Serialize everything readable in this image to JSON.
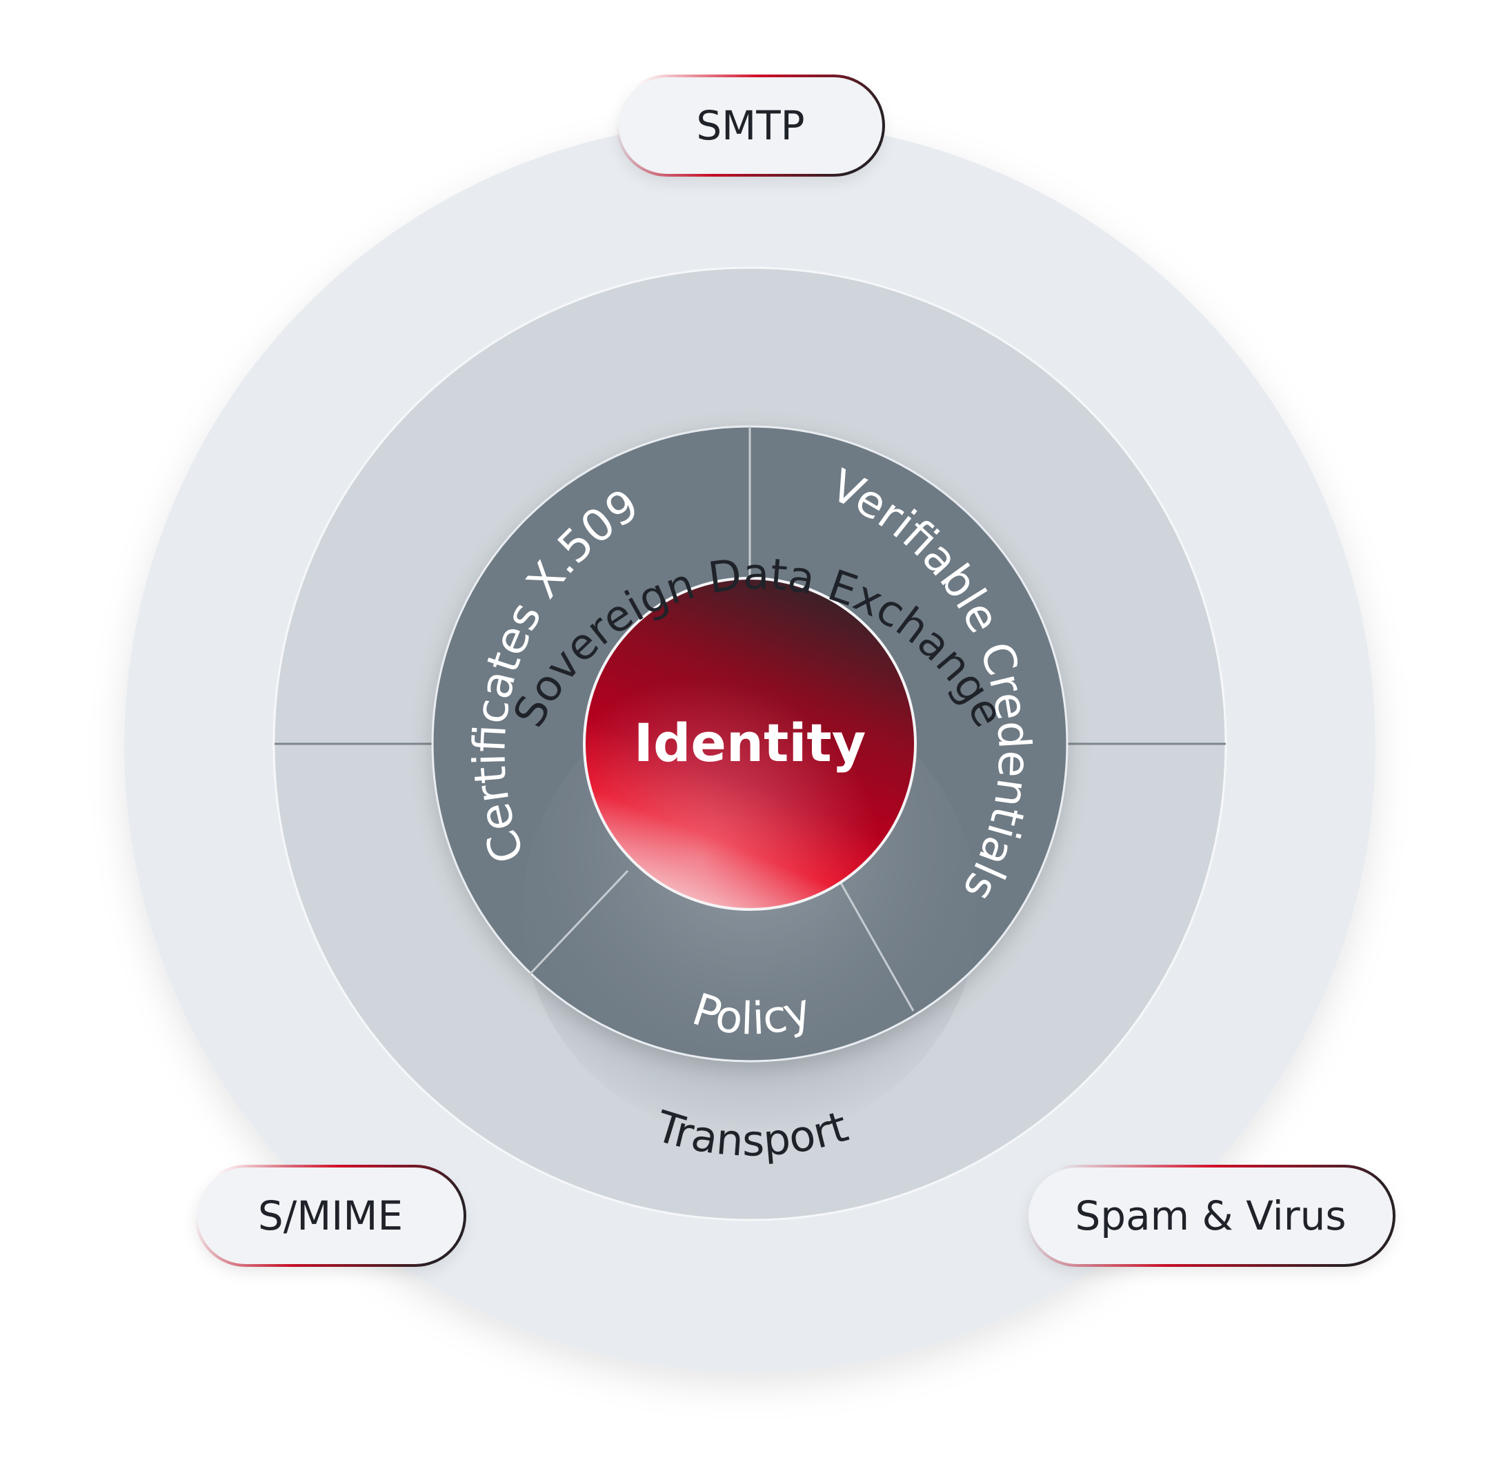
{
  "core": {
    "label": "Identity"
  },
  "segments": [
    {
      "label": "Certificates X.509"
    },
    {
      "label": "Verifiable Credentials"
    },
    {
      "label": "Policy"
    }
  ],
  "middle_ring": {
    "top_label": "Sovereign Data Exchange",
    "bottom_label": "Transport"
  },
  "outer_tags": [
    {
      "label": "SMTP"
    },
    {
      "label": "S/MIME"
    },
    {
      "label": "Spam & Virus"
    }
  ],
  "colors": {
    "outer_ring": "#e8ecf1",
    "middle_ring": "#cfd5da",
    "segment": "#6e7a84",
    "core_red": "#e00a25",
    "core_dark": "#2f2429",
    "pill_gradient_red": "#d6102a",
    "pill_gradient_dark": "#2a2226",
    "text_dark": "#1f2329"
  }
}
